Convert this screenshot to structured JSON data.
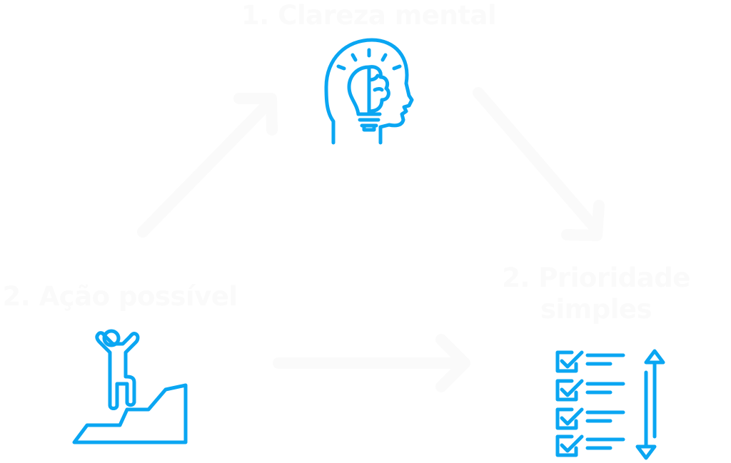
{
  "colors": {
    "background": "#FFFFFF",
    "icon": "#0AA6F2",
    "label_text": "#FAFAFA",
    "arrow": "#FAFAFA"
  },
  "nodes": [
    {
      "id": "clarity",
      "label": "1. Clareza mental",
      "icon": "head-lightbulb-brain-icon"
    },
    {
      "id": "priority",
      "label": "2. Prioridade simples",
      "icon": "checklist-priority-icon"
    },
    {
      "id": "action",
      "label": "2. Ação possível",
      "icon": "person-climbing-summit-icon"
    }
  ],
  "arrows": [
    {
      "from": "action",
      "to": "clarity",
      "direction": "up-right"
    },
    {
      "from": "clarity",
      "to": "priority",
      "direction": "down-right"
    },
    {
      "from": "action",
      "to": "priority",
      "direction": "right"
    }
  ]
}
